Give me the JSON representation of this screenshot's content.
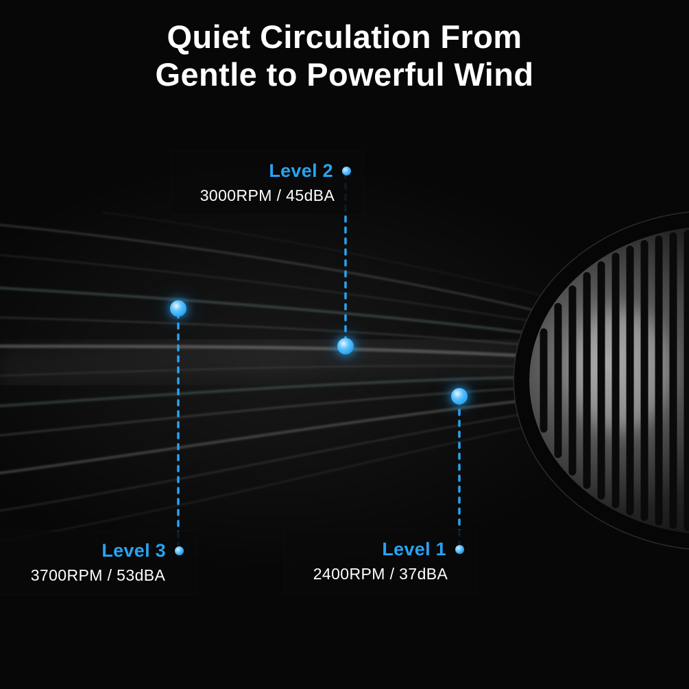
{
  "title": {
    "line1": "Quiet Circulation From",
    "line2": "Gentle to Powerful Wind"
  },
  "callouts": {
    "level2": {
      "label": "Level 2",
      "spec": "3000RPM / 45dBA"
    },
    "level3": {
      "label": "Level 3",
      "spec": "3700RPM / 53dBA"
    },
    "level1": {
      "label": "Level 1",
      "spec": "2400RPM / 37dBA"
    }
  },
  "colors": {
    "accent": "#27a4f2",
    "background": "#070707",
    "text": "#ffffff"
  }
}
